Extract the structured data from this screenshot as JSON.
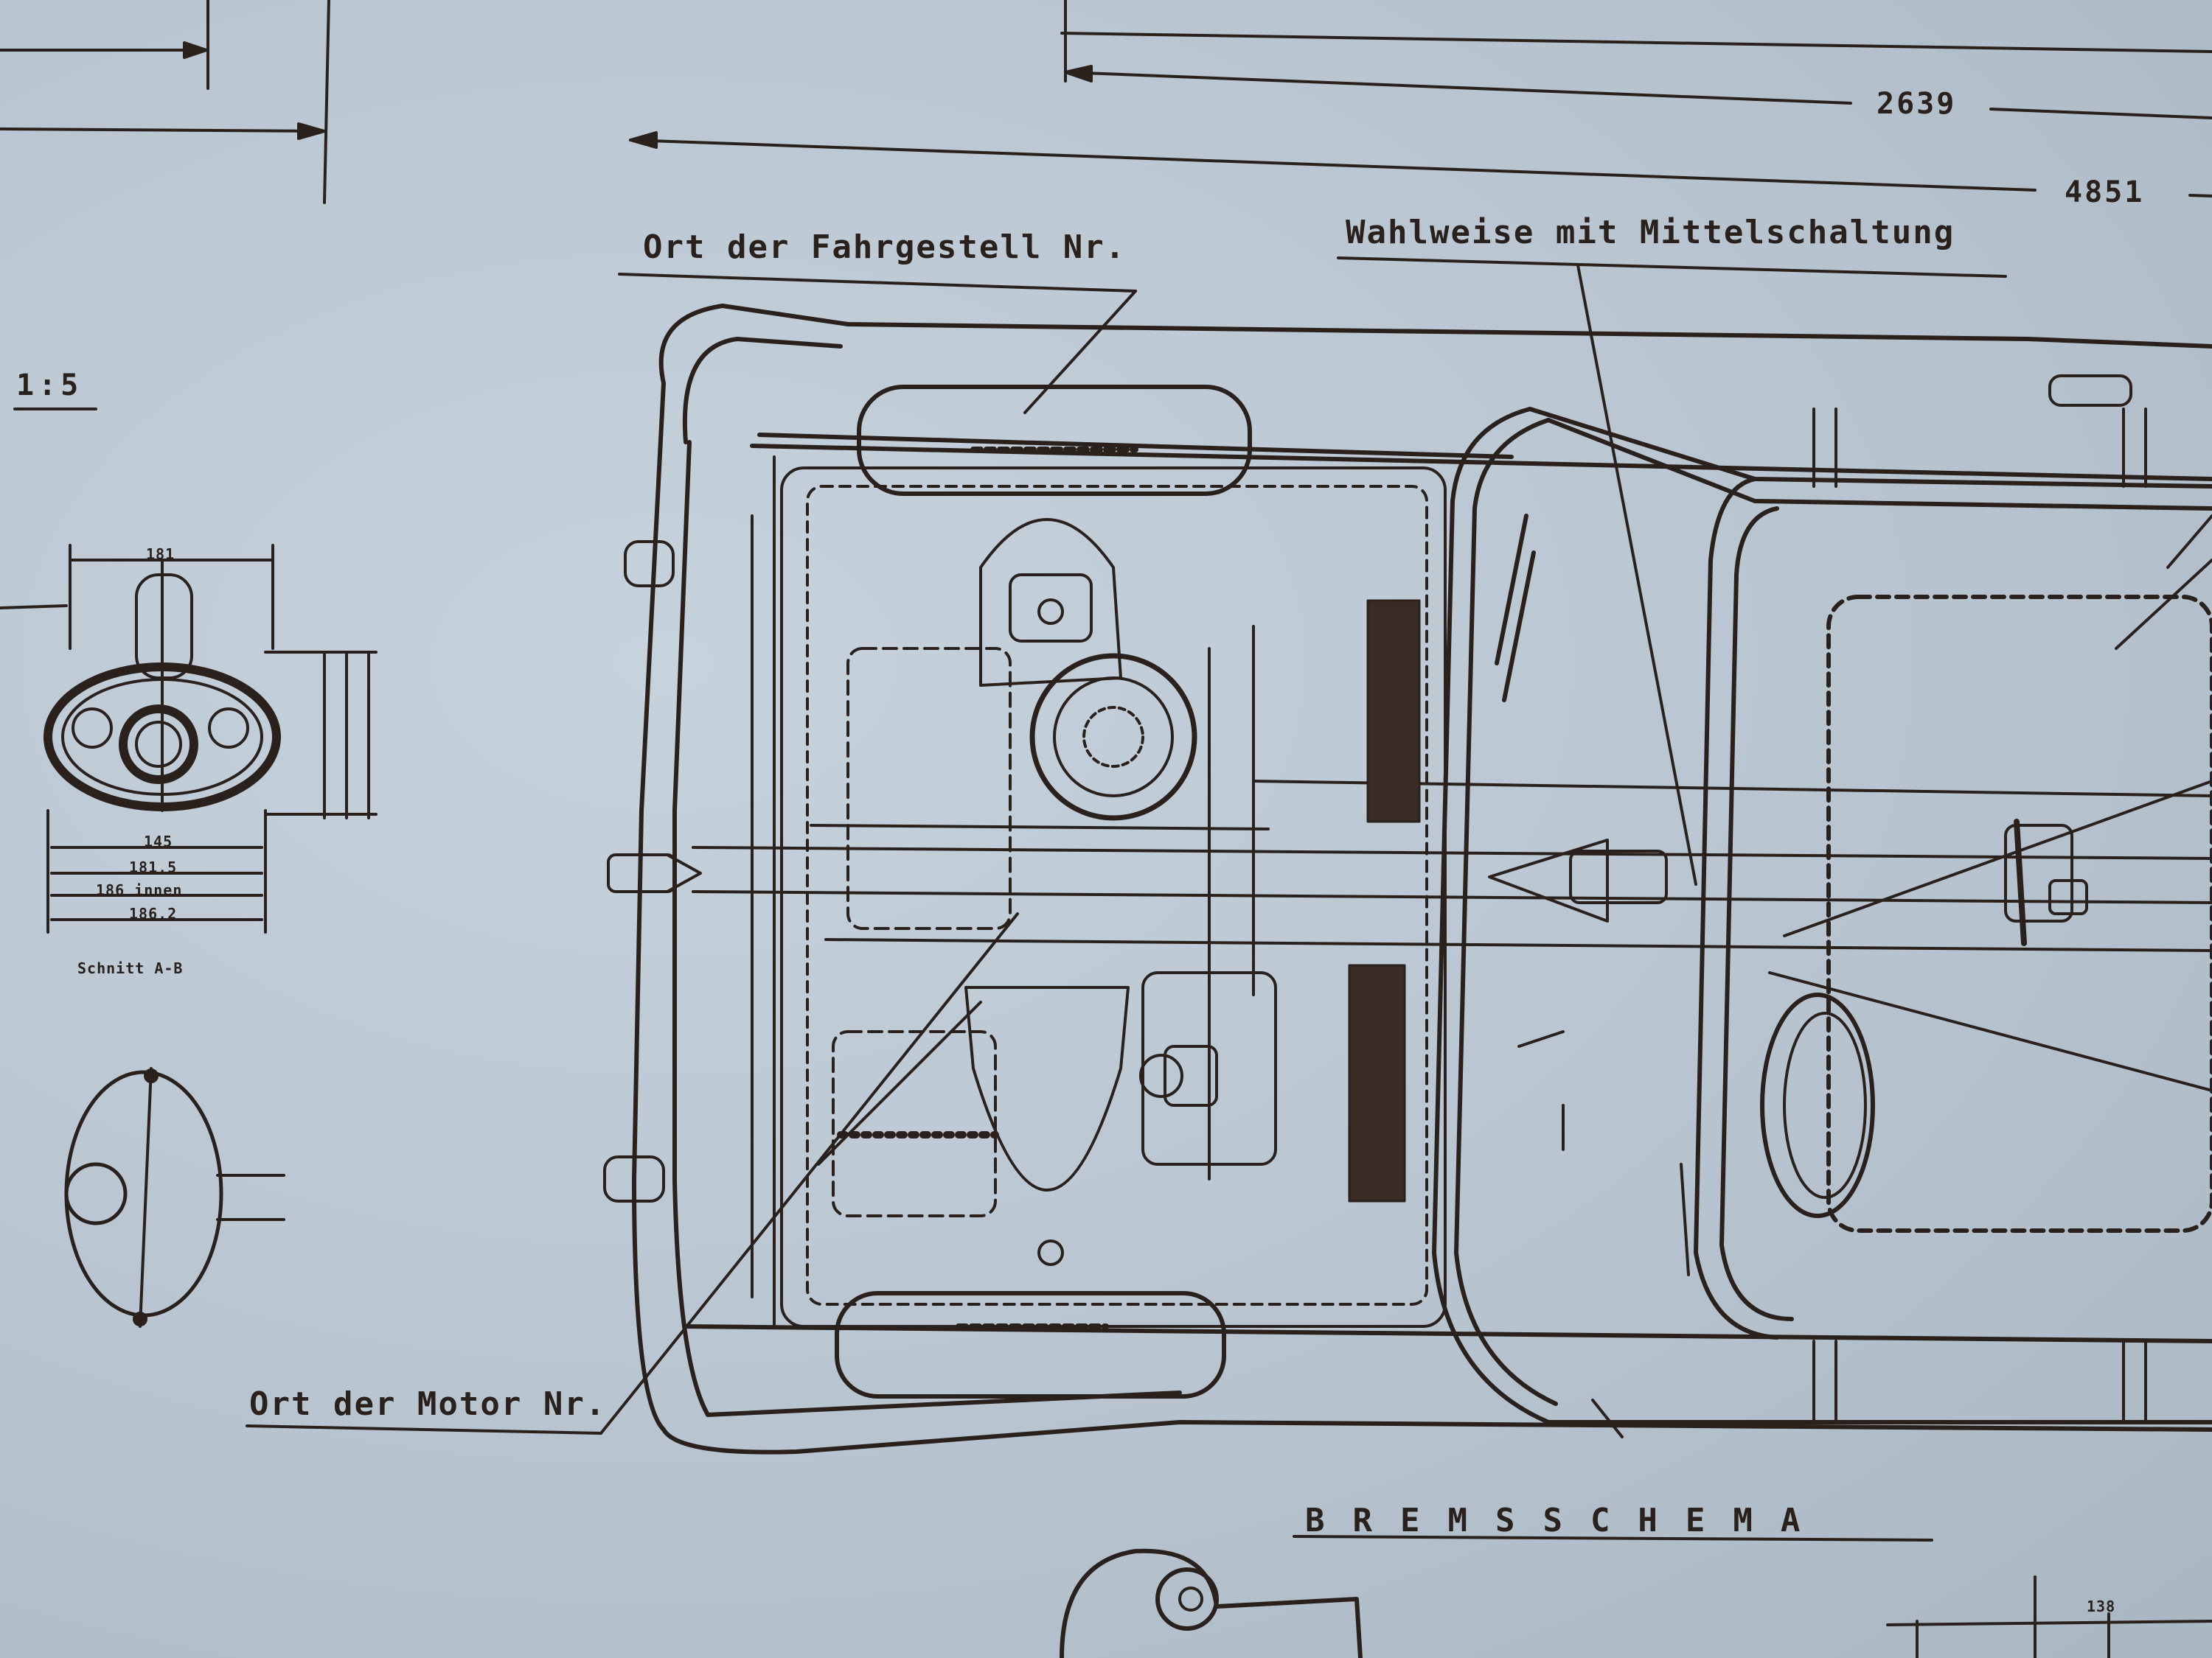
{
  "labels": {
    "chassis_number_location": "Ort der Fahrgestell Nr.",
    "engine_number_location": "Ort der Motor Nr.",
    "optional_center_shift": "Wahlweise mit Mittelschaltung",
    "brake_diagram": "BREMSSCHEMA",
    "scale": "1:5",
    "section": "Schnitt A-B"
  },
  "dimensions": {
    "dim_2639": "2639",
    "dim_4851": "4851",
    "dim_181": "181",
    "dim_145": "145",
    "dim_181_5": "181,5",
    "dim_186_innen": "186 innen",
    "dim_186_2": "186,2",
    "dim_138": "138"
  },
  "colors": {
    "paper": "#b9c6d1",
    "ink": "#2a211c"
  }
}
